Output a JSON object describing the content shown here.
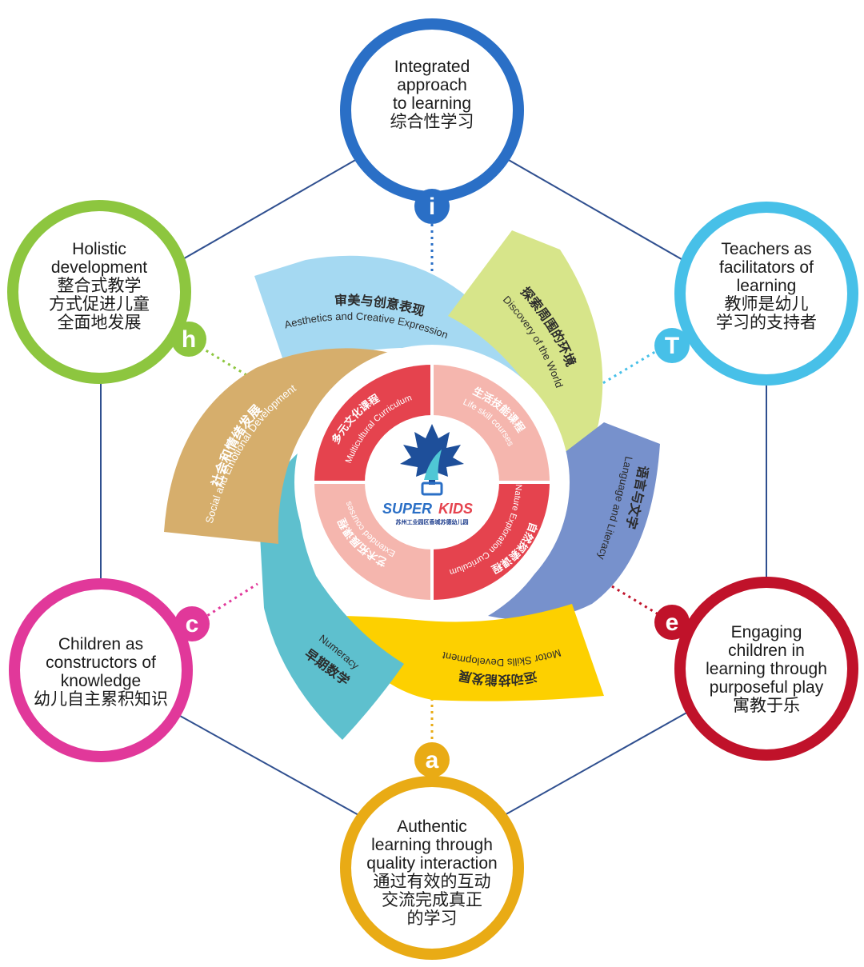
{
  "colors": {
    "hex_line": "#2f4f8f",
    "node_i": "#2a6fc6",
    "node_t": "#47c0e8",
    "node_e": "#c0122a",
    "node_a": "#e9ab15",
    "node_c": "#e1389a",
    "node_h": "#8dc63f",
    "petal_aesthetics": "#a5d9f2",
    "petal_discovery": "#d7e58a",
    "petal_language": "#7791cc",
    "petal_motor": "#fdd000",
    "petal_numeracy": "#5ec0ce",
    "petal_social": "#d6ae6c",
    "inner_dark": "#e5434e",
    "inner_light": "#f5b6ae"
  },
  "nodes": {
    "i": {
      "letter": "i",
      "lines": [
        "Integrated",
        "approach",
        "to learning",
        "综合性学习"
      ]
    },
    "t": {
      "letter": "T",
      "lines": [
        "Teachers as",
        "facilitators of",
        "learning",
        "教师是幼儿",
        "学习的支持者"
      ]
    },
    "e": {
      "letter": "e",
      "lines": [
        "Engaging",
        "children in",
        "learning through",
        "purposeful play",
        "寓教于乐"
      ]
    },
    "a": {
      "letter": "a",
      "lines": [
        "Authentic",
        "learning through",
        "quality interaction",
        "通过有效的互动",
        "交流完成真正",
        "的学习"
      ]
    },
    "c": {
      "letter": "c",
      "lines": [
        "Children as",
        "constructors of",
        "knowledge",
        "幼儿自主累积知识"
      ]
    },
    "h": {
      "letter": "h",
      "lines": [
        "Holistic",
        "development",
        "整合式教学",
        "方式促进儿童",
        "全面地发展"
      ]
    }
  },
  "petals": {
    "aesthetics": {
      "zh": "审美与创意表现",
      "en": "Aesthetics and Creative Expression"
    },
    "discovery": {
      "zh": "探索周围的环境",
      "en": "Discovery of the World"
    },
    "language": {
      "zh": "语言与文字",
      "en": "Language and Literacy"
    },
    "motor": {
      "zh": "运动技能发展",
      "en": "Motor Skills Development"
    },
    "numeracy": {
      "zh": "早期数学",
      "en": "Numeracy"
    },
    "social": {
      "zh": "社会和情绪发展",
      "en": "Social and Emotional Development"
    }
  },
  "inner": {
    "multicultural": {
      "zh": "多元文化课程",
      "en": "Multicultural Curriculum"
    },
    "lifeskill": {
      "zh": "生活技能课程",
      "en": "Life skill courses"
    },
    "nature": {
      "zh": "自然探索课程",
      "en": "Nature Exploration Curriculum"
    },
    "extended": {
      "zh": "艺术拓展课程",
      "en": "Extended courses"
    }
  },
  "logo": {
    "main_a": "SUPER",
    "main_b": "KIDS",
    "sub": "苏州工业园区香城苏德幼儿园"
  }
}
